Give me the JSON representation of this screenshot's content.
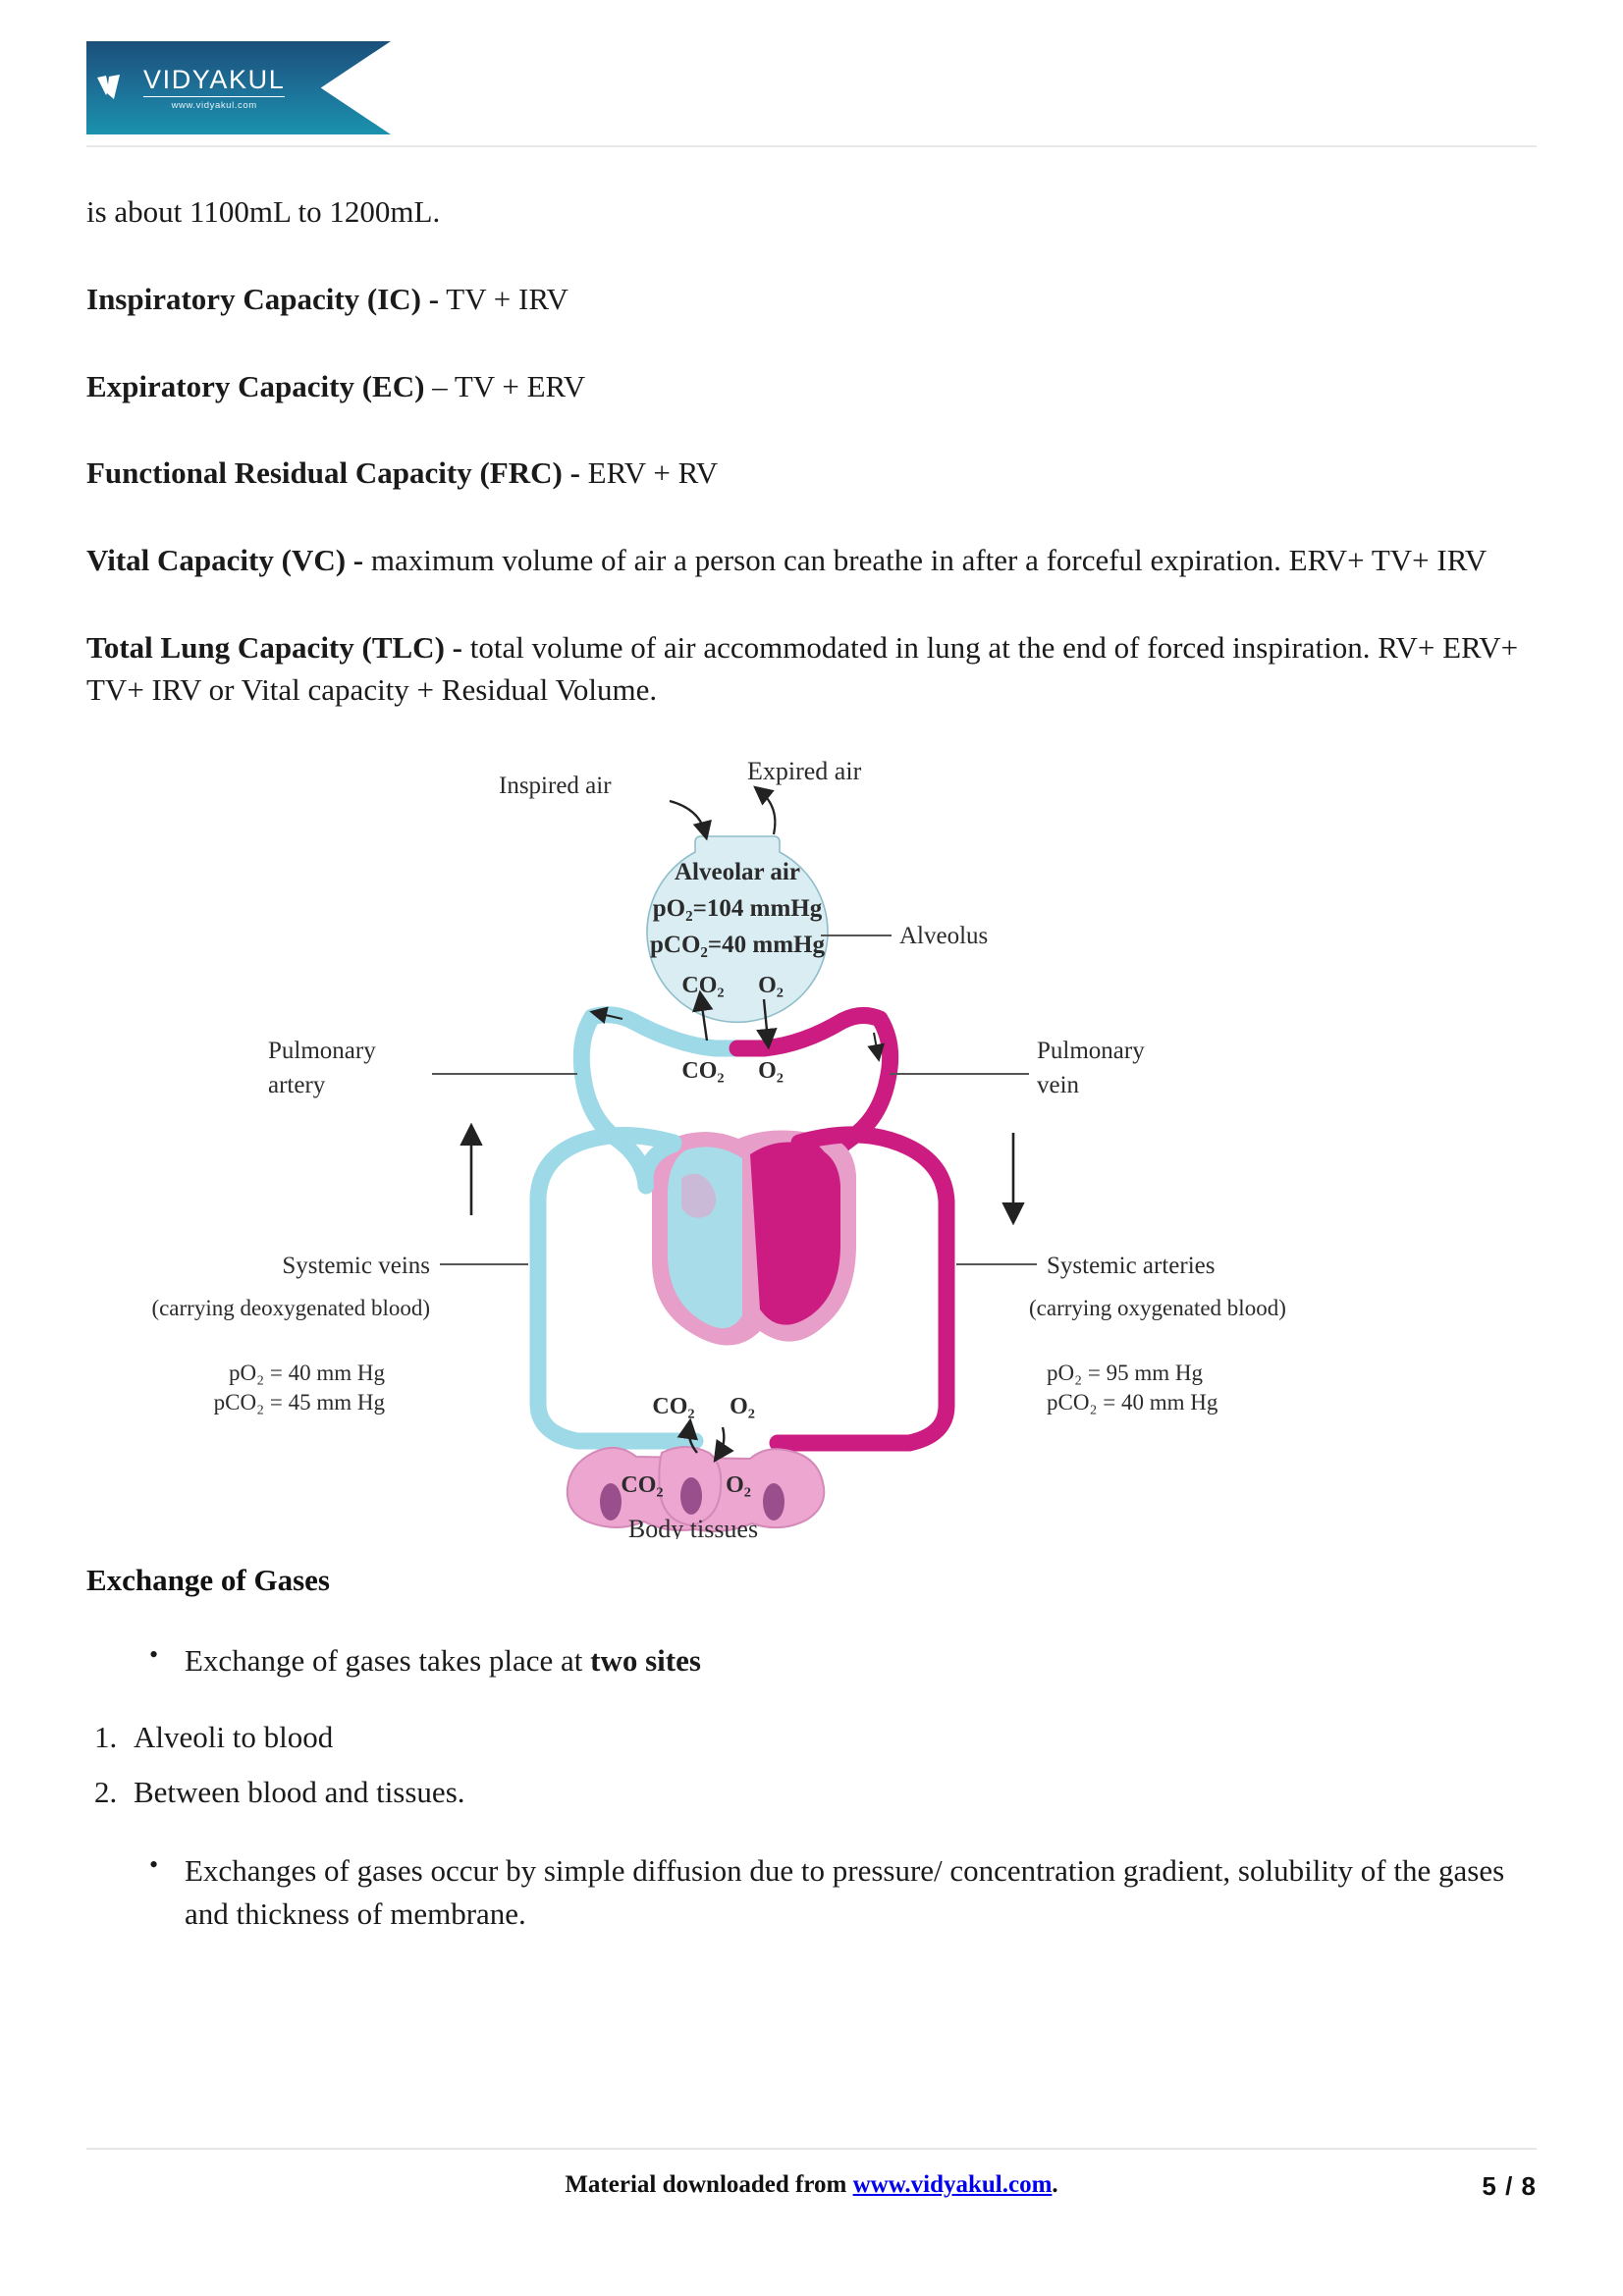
{
  "header": {
    "logo_word": "VIDYAKUL",
    "logo_url": "www.vidyakul.com",
    "logo_mark_name": "vidyakul-check-icon"
  },
  "body": {
    "paragraphs": [
      {
        "id": "p-continued",
        "lead": "",
        "text": "is about 1100mL to 1200mL."
      },
      {
        "id": "p-ic",
        "lead": "Inspiratory Capacity (IC) -",
        "text": " TV + IRV"
      },
      {
        "id": "p-ec",
        "lead": "Expiratory Capacity (EC)",
        "text": " – TV + ERV"
      },
      {
        "id": "p-frc",
        "lead": "Functional Residual Capacity (FRC) -",
        "text": " ERV + RV"
      },
      {
        "id": "p-vc",
        "lead": "Vital Capacity (VC) -",
        "text": " maximum volume of air a person can breathe in after a forceful expiration. ERV+ TV+ IRV"
      },
      {
        "id": "p-tlc",
        "lead": "Total Lung Capacity (TLC) -",
        "text": " total volume of air accommodated in lung at the end of forced inspiration. RV+ ERV+ TV+ IRV or Vital capacity + Residual Volume."
      }
    ],
    "section_heading": "Exchange of Gases",
    "bullet_1_plain": "Exchange of gases takes place at ",
    "bullet_1_bold": "two sites",
    "numbered_items": [
      "Alveoli to blood",
      "Between blood and tissues."
    ],
    "bullet_2": "Exchanges of gases occur by simple diffusion due to pressure/ concentration gradient, solubility of the gases and thickness of membrane."
  },
  "figure": {
    "name": "gas-exchange-diagram",
    "labels": {
      "inspired_air": "Inspired air",
      "expired_air": "Expired air",
      "alveolar_air": "Alveolar air",
      "alveolar_po2": "pO₂=104 mmHg",
      "alveolar_pco2": "pCO₂=40 mmHg",
      "alveolus": "Alveolus",
      "alveolus_co2": "CO₂",
      "alveolus_o2": "O₂",
      "capillary_co2": "CO₂",
      "capillary_o2": "O₂",
      "pulmonary_artery": "Pulmonary",
      "pulmonary_artery_2": "artery",
      "pulmonary_vein": "Pulmonary",
      "pulmonary_vein_2": "vein",
      "systemic_veins": "Systemic veins",
      "systemic_veins_sub": "(carrying deoxygenated blood)",
      "systemic_veins_po2": "pO₂   = 40 mm Hg",
      "systemic_veins_pco2": "pCO₂ = 45 mm Hg",
      "systemic_arteries": "Systemic arteries",
      "systemic_arteries_sub": "(carrying oxygenated blood)",
      "systemic_arteries_po2": "pO₂    = 95 mm Hg",
      "systemic_arteries_pco2": "pCO₂ = 40 mm Hg",
      "tissue_co2_top": "CO₂",
      "tissue_o2_top": "O₂",
      "tissue_co2": "CO₂",
      "tissue_o2": "O₂",
      "body_tissues": "Body tissues"
    },
    "colors": {
      "deoxygenated": "#9ED9E8",
      "oxygenated": "#CC1C82",
      "heart_outline": "#E79EC8",
      "alveolus_fill": "#D8EDF2",
      "tissue_fill": "#EDA6D0",
      "tissue_nucleus": "#9B4E8C"
    }
  },
  "footer": {
    "text_prefix": "Material downloaded from ",
    "link": "www.vidyakul.com",
    "text_suffix": ".",
    "page": "5 / 8"
  }
}
